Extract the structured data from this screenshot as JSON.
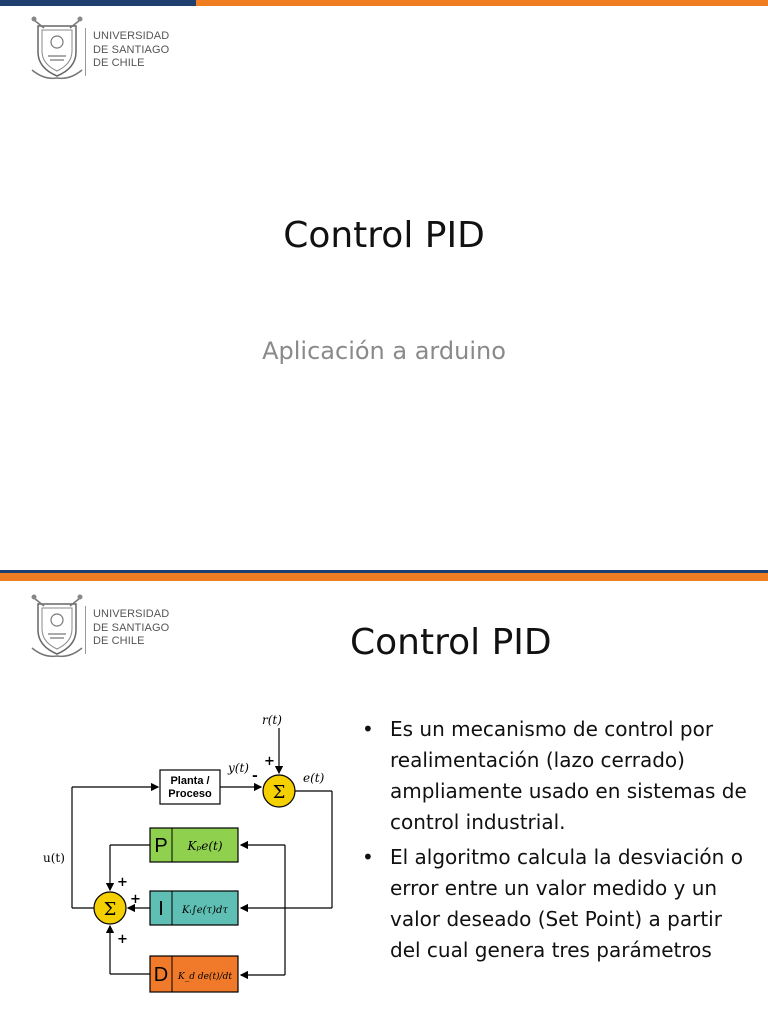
{
  "slides": [
    {
      "logo": {
        "icon": "university-crest-icon",
        "lines": [
          "UNIVERSIDAD",
          "DE SANTIAGO",
          "DE CHILE"
        ]
      },
      "title": "Control PID",
      "subtitle": "Aplicación a arduino"
    },
    {
      "logo": {
        "icon": "university-crest-icon",
        "lines": [
          "UNIVERSIDAD",
          "DE SANTIAGO",
          "DE CHILE"
        ]
      },
      "title": "Control PID",
      "bullet_glyph": "•",
      "bullets": [
        "Es un mecanismo de control por realimentación (lazo cerrado) ampliamente usado en sistemas de control industrial.",
        "El algoritmo calcula la desviación o error entre un valor medido y un valor deseado (Set Point) a partir del cual genera tres parámetros"
      ],
      "diagram": {
        "plant_label_1": "Planta /",
        "plant_label_2": "Proceso",
        "sum_symbol": "Σ",
        "r_label": "r(t)",
        "y_label": "y(t)",
        "e_label": "e(t)",
        "u_label": "u(t)",
        "plus": "+",
        "minus": "-",
        "p_letter": "P",
        "p_formula": "Kₚe(t)",
        "i_letter": "I",
        "i_formula": "Kᵢ∫e(τ)dτ",
        "d_letter": "D",
        "d_formula": "K_d de(t)/dt",
        "colors": {
          "p_box": "#8fd14f",
          "i_box": "#5fbfb4",
          "d_box": "#f07a2a",
          "sum": "#f4d000"
        }
      }
    }
  ]
}
